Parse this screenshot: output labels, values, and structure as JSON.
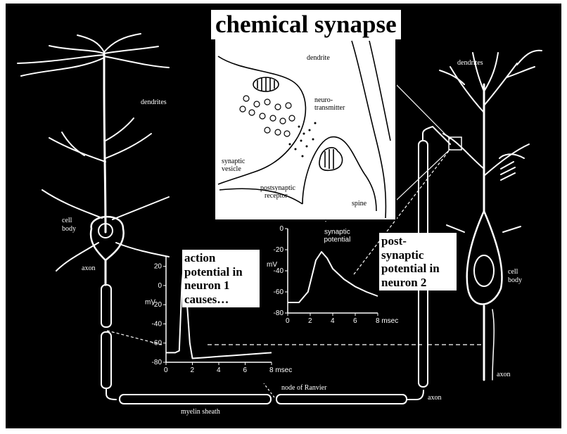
{
  "title": "chemical synapse",
  "callout_pre": {
    "lines": [
      "action",
      "potential in",
      "neuron 1",
      "causes…"
    ]
  },
  "callout_post": {
    "lines": [
      "post-",
      "synaptic",
      "potential in",
      "neuron 2"
    ]
  },
  "neuron_labels": {
    "dendrites_left": "dendrites",
    "cell_body_left": [
      "cell",
      "body"
    ],
    "axon_left": "axon",
    "myelin": "myelin sheath",
    "node": "node of Ranvier",
    "axon_right_mid": "axon",
    "dendrites_right": "dendrites",
    "cell_body_right": [
      "cell",
      "body"
    ],
    "axon_right": "axon"
  },
  "synapse_labels": {
    "dendrite": "dendrite",
    "neurotransmitter": [
      "neuro-",
      "transmitter"
    ],
    "vesicle": [
      "synaptic",
      "vesicle"
    ],
    "receptor": [
      "postsynaptic",
      "receptor"
    ],
    "spine": "spine"
  },
  "chart_data": [
    {
      "type": "line",
      "name": "action potential",
      "ylabel": "mV",
      "xlabel": "msec",
      "ylim": [
        -80,
        30
      ],
      "xlim": [
        0,
        8
      ],
      "yticks": [
        20,
        0,
        -20,
        -40,
        -60,
        -80
      ],
      "ytick_labels": [
        "20",
        "0",
        "-20",
        "-40",
        "-60",
        "-80"
      ],
      "xticks": [
        0,
        2,
        4,
        6,
        8
      ],
      "xtick_labels": [
        "0",
        "2",
        "4",
        "6",
        "8 msec"
      ],
      "x": [
        0,
        0.7,
        1.0,
        1.2,
        1.35,
        1.5,
        1.8,
        2.0,
        3,
        4,
        5,
        6,
        7,
        8
      ],
      "y": [
        -70,
        -70,
        -68,
        0,
        25,
        0,
        -60,
        -76,
        -75,
        -74,
        -73,
        -72,
        -71,
        -70
      ]
    },
    {
      "type": "line",
      "name": "synaptic potential",
      "ylabel": "mV",
      "xlabel": "msec",
      "ylim": [
        -80,
        0
      ],
      "xlim": [
        0,
        8
      ],
      "yticks": [
        0,
        -20,
        -40,
        -60,
        -80
      ],
      "ytick_labels": [
        "0",
        "-20",
        "-40",
        "-60",
        "-80"
      ],
      "xticks": [
        0,
        2,
        4,
        6,
        8
      ],
      "xtick_labels": [
        "0",
        "2",
        "4",
        "6",
        "8 msec"
      ],
      "annotation": [
        "synaptic",
        "potential"
      ],
      "x": [
        0,
        1.0,
        1.8,
        2.5,
        3.0,
        3.5,
        4,
        5,
        6,
        7,
        8
      ],
      "y": [
        -70,
        -70,
        -60,
        -30,
        -22,
        -28,
        -38,
        -48,
        -55,
        -60,
        -64
      ]
    }
  ],
  "colors": {
    "background": "#000000",
    "line": "#ffffff",
    "label_box": "#ffffff",
    "label_text": "#000000"
  }
}
